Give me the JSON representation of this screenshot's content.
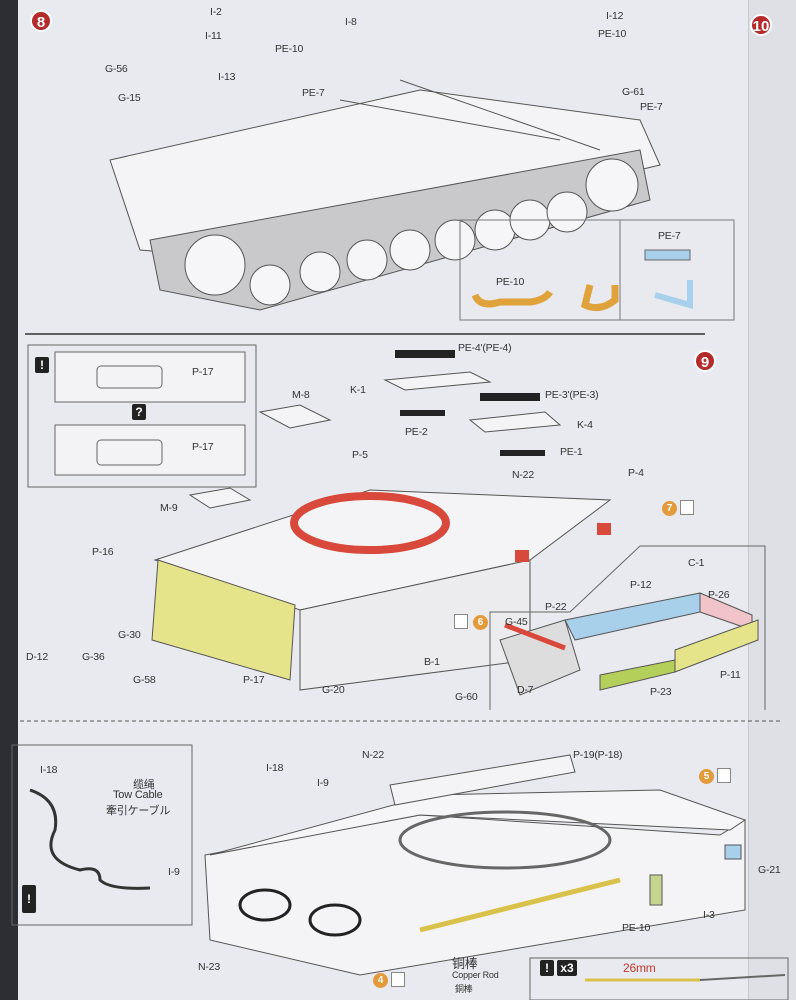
{
  "steps": {
    "s8": "8",
    "s9": "9",
    "s10": "10",
    "sub7": "7",
    "sub6": "6",
    "sub5": "5",
    "sub4": "4"
  },
  "step8": {
    "labels": [
      "I-2",
      "I-11",
      "I-8",
      "I-12",
      "PE-10",
      "PE-10",
      "G-56",
      "I-13",
      "G-15",
      "PE-7",
      "G-61",
      "PE-7"
    ],
    "inset_pe10": "PE-10",
    "inset_pe7": "PE-7"
  },
  "step9": {
    "inset_top_label": "P-17",
    "inset_bottom_label": "P-17",
    "warning": "!",
    "question": "?",
    "labels": [
      "M-8",
      "K-1",
      "PE-4'(PE-4)",
      "PE-2",
      "PE-3'(PE-3)",
      "K-4",
      "PE-1",
      "P-5",
      "N-22",
      "P-4",
      "M-9",
      "P-16",
      "G-30",
      "D-12",
      "G-36",
      "G-58",
      "P-17",
      "G-20",
      "B-1",
      "G-60"
    ],
    "inset": [
      "C-1",
      "P-12",
      "P-26",
      "P-22",
      "G-45",
      "P-11",
      "D-7",
      "P-23"
    ]
  },
  "bottom": {
    "tow_cn": "缆绳",
    "tow_en": "Tow Cable",
    "tow_jp": "牽引ケーブル",
    "inset_i18": "I-18",
    "inset_i9": "I-9",
    "labels": [
      "I-18",
      "I-9",
      "N-22",
      "P-19(P-18)",
      "G-21",
      "I-3",
      "PE-10",
      "N-23"
    ],
    "rod_cn": "铜棒",
    "rod_en": "Copper Rod",
    "rod_jp": "銅棒",
    "count": "x3",
    "length": "26mm"
  },
  "colors": {
    "step": "#b52a2a",
    "sub": "#e29a3a",
    "red": "#d9493b",
    "yellow": "#e6e48a",
    "blue": "#a8d0ea",
    "pink": "#f0c4c8",
    "green": "#4caf6a",
    "brass": "#d9c24a"
  }
}
